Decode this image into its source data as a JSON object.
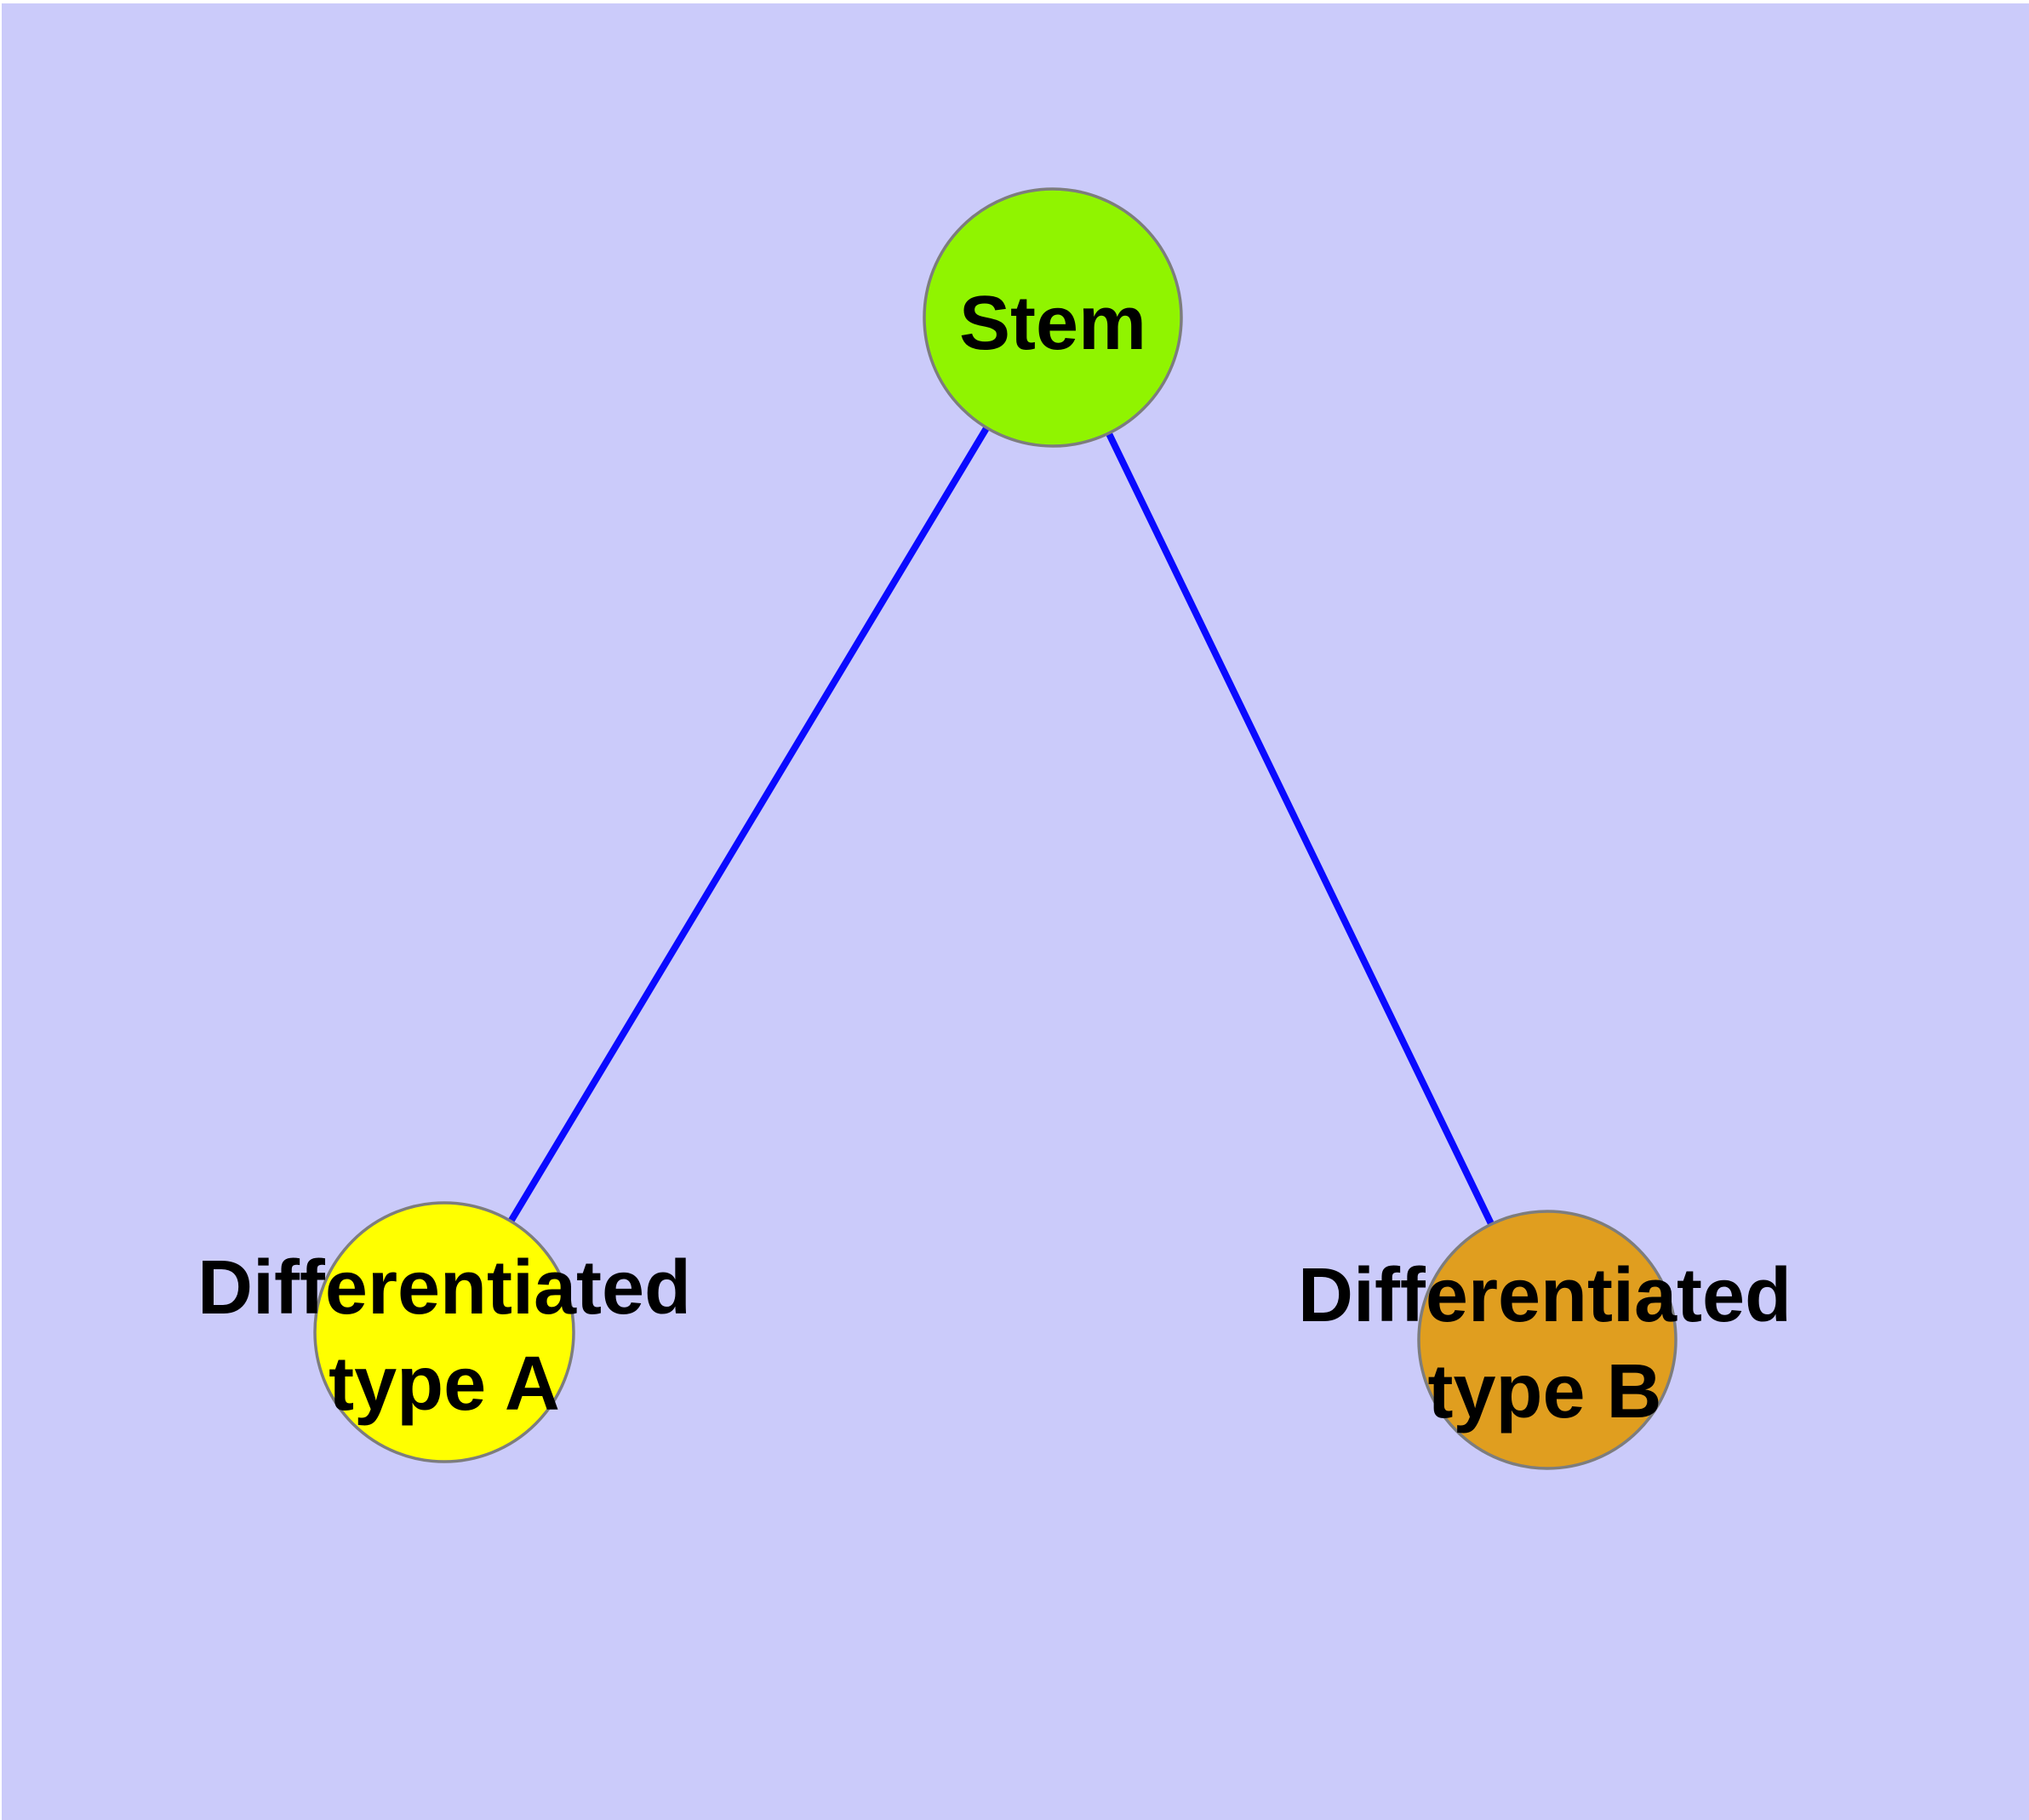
{
  "diagram": {
    "background_color": "#CBCBFA",
    "node_border_color": "#7D7D7D",
    "label_text_color": "#000000",
    "edge_color": "#0A0AFF",
    "nodes": [
      {
        "id": "stem",
        "label": "Stem",
        "fill": "#90F400"
      },
      {
        "id": "differentiated-type-a",
        "label": "Differentiated type A",
        "label_lines": [
          "Differentiated",
          "type A"
        ],
        "fill": "#FFFF00"
      },
      {
        "id": "differentiated-type-b",
        "label": "Differentiated type B",
        "label_lines": [
          "Differentiated",
          "type B"
        ],
        "fill": "#E09E1F"
      }
    ],
    "edges": [
      {
        "from": "Stem",
        "to": "Differentiated type A"
      },
      {
        "from": "Stem",
        "to": "Differentiated type B"
      }
    ]
  }
}
